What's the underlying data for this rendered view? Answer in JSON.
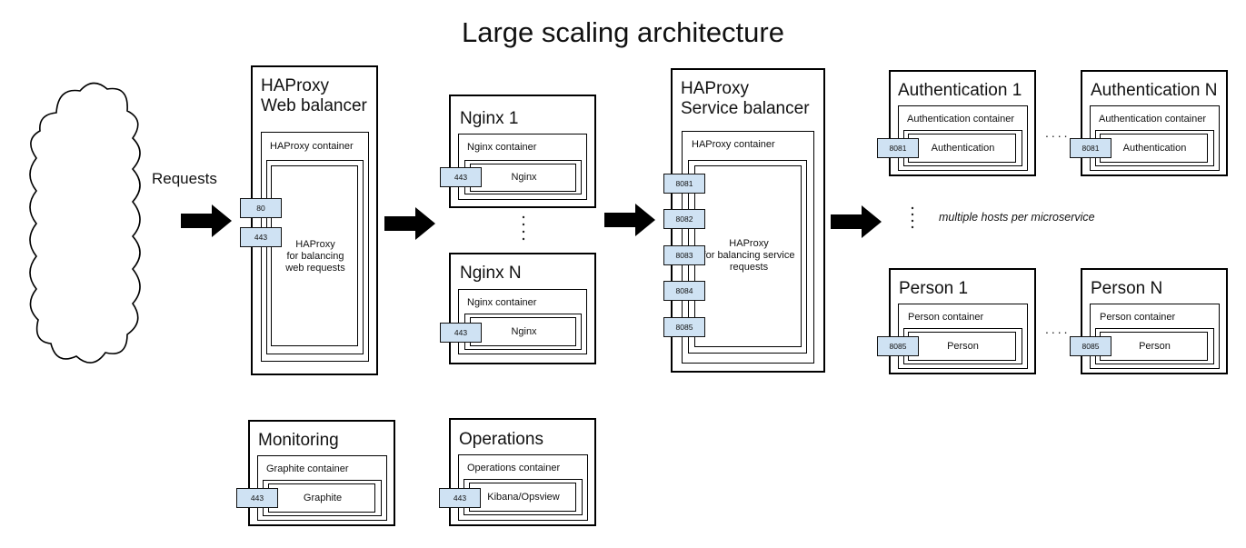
{
  "title": "Large scaling architecture",
  "requests_label": "Requests",
  "note": "multiple hosts per microservice",
  "ellipsis_h": "....",
  "web_balancer": {
    "title": "HAProxy\nWeb balancer",
    "container": "HAProxy container",
    "service": "HAProxy\nfor balancing\nweb requests",
    "ports": [
      "80",
      "443"
    ]
  },
  "nginx": [
    {
      "title": "Nginx 1",
      "container": "Nginx container",
      "service": "Nginx",
      "port": "443"
    },
    {
      "title": "Nginx N",
      "container": "Nginx container",
      "service": "Nginx",
      "port": "443"
    }
  ],
  "service_balancer": {
    "title": "HAProxy\nService balancer",
    "container": "HAProxy container",
    "service": "HAProxy\nfor balancing service\nrequests",
    "ports": [
      "8081",
      "8082",
      "8083",
      "8084",
      "8085"
    ]
  },
  "auth": [
    {
      "title": "Authentication 1",
      "container": "Authentication container",
      "service": "Authentication",
      "port": "8081"
    },
    {
      "title": "Authentication N",
      "container": "Authentication container",
      "service": "Authentication",
      "port": "8081"
    }
  ],
  "person": [
    {
      "title": "Person 1",
      "container": "Person container",
      "service": "Person",
      "port": "8085"
    },
    {
      "title": "Person N",
      "container": "Person container",
      "service": "Person",
      "port": "8085"
    }
  ],
  "monitoring": {
    "title": "Monitoring",
    "container": "Graphite container",
    "service": "Graphite",
    "port": "443"
  },
  "operations": {
    "title": "Operations",
    "container": "Operations container",
    "service": "Kibana/Opsview",
    "port": "443"
  },
  "colors": {
    "port_fill": "#cfe2f3",
    "stroke": "#000000"
  },
  "icons": [
    "cloud-icon",
    "arrow-right-icon"
  ]
}
